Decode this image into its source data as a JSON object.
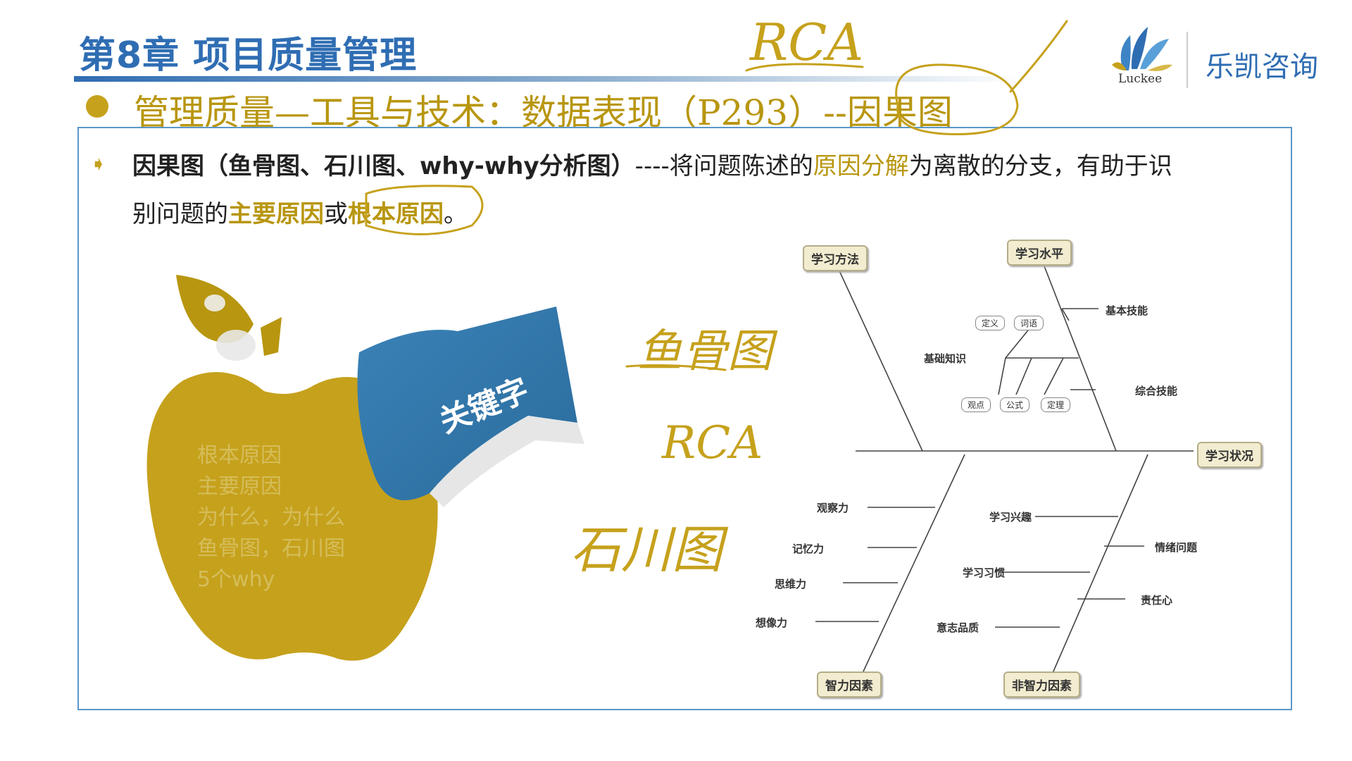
{
  "header": {
    "chapter_title": "第8章 项目质量管理",
    "subtitle": "管理质量—工具与技术：数据表现（P293）--因果图"
  },
  "logo": {
    "brand_cn": "乐凯咨询",
    "brand_latin": "Luckee"
  },
  "definition": {
    "term": "因果图（鱼骨图、石川图、why-why分析图）",
    "dashes": "----",
    "text1": "将问题陈述的",
    "hl1": "原因分解",
    "text2": "为离散的分支，有助于识",
    "text3": "别问题的",
    "hl2": "主要原因",
    "text4": "或",
    "hl3": "根本原因",
    "text5": "。"
  },
  "apple": {
    "lines": [
      "根本原因",
      "主要原因",
      "为什么，为什么",
      "鱼骨图，石川图",
      "5个why"
    ]
  },
  "keyword": {
    "label": "关键字"
  },
  "fishbone": {
    "head": "学习状况",
    "top_bones": [
      "学习方法",
      "学习水平"
    ],
    "bottom_bones": [
      "智力因素",
      "非智力因素"
    ],
    "small_boxes_top": [
      "定义",
      "词语"
    ],
    "small_boxes_bottom": [
      "观点",
      "公式",
      "定理"
    ],
    "labels_top": [
      "基本技能",
      "基础知识",
      "综合技能"
    ],
    "labels_bottom_left": [
      "观察力",
      "记忆力",
      "思维力",
      "想像力"
    ],
    "labels_bottom_right": [
      "学习兴趣",
      "情绪问题",
      "学习习惯",
      "责任心",
      "意志品质"
    ]
  },
  "colors": {
    "blue": "#2f6db3",
    "gold": "#c6a11c",
    "ink": "#b8960f"
  }
}
